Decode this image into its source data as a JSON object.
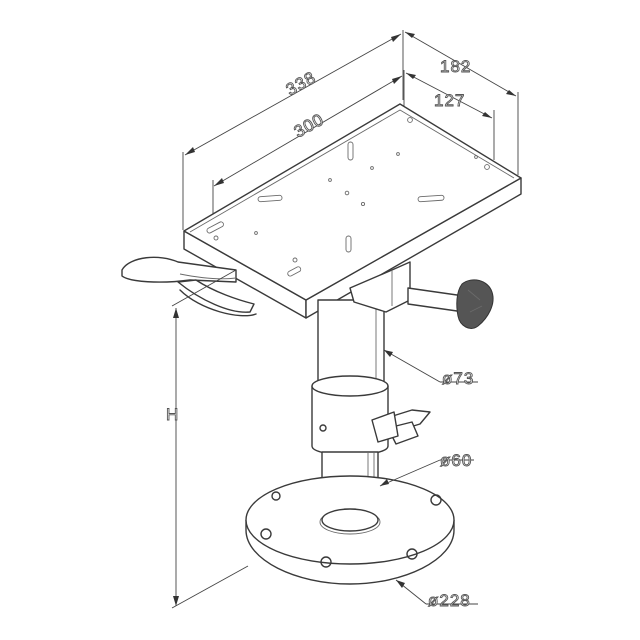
{
  "labels": {
    "width_overall": "338",
    "depth_overall": "182",
    "width_holes": "300",
    "depth_holes": "127",
    "pillar_upper": "ø73",
    "pillar_lower": "ø60",
    "base": "ø228",
    "height": "H"
  }
}
